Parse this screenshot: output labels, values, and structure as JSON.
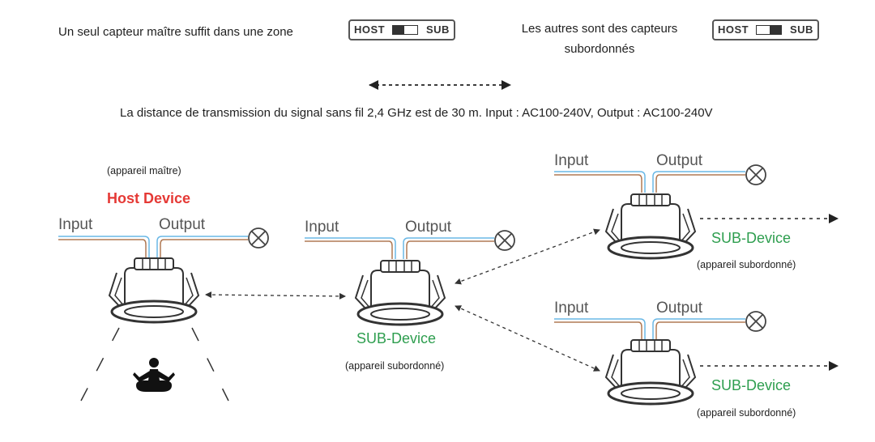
{
  "top": {
    "host_note": "Un seul capteur maître suffit dans une zone",
    "sub_note_line1": "Les autres sont des capteurs",
    "sub_note_line2": "subordonnés",
    "switch_host": {
      "left_label": "HOST",
      "right_label": "SUB",
      "position": "HOST"
    },
    "switch_sub": {
      "left_label": "HOST",
      "right_label": "SUB",
      "position": "SUB"
    },
    "transmission_text": "La distance de transmission du signal sans fil 2,4 GHz est de 30 m. Input : AC100-240V, Output : AC100-240V"
  },
  "devices": [
    {
      "id": "host",
      "role_label": "Host Device",
      "paren": "(appareil maître)",
      "input": "Input",
      "output": "Output"
    },
    {
      "id": "sub-center",
      "role_label": "SUB-Device",
      "paren": "(appareil subordonné)",
      "input": "Input",
      "output": "Output"
    },
    {
      "id": "sub-top-right",
      "role_label": "SUB-Device",
      "paren": "(appareil subordonné)",
      "input": "Input",
      "output": "Output"
    },
    {
      "id": "sub-bottom-right",
      "role_label": "SUB-Device",
      "paren": "(appareil subordonné)",
      "input": "Input",
      "output": "Output"
    }
  ],
  "icons": [
    "person-meditating-icon",
    "lamp-cross-icon",
    "dashed-double-arrow-icon",
    "dashed-arrow-icon"
  ],
  "colors": {
    "host": "#e53935",
    "sub": "#2e9e4f",
    "wire_blue": "#6ab8e6",
    "wire_brown": "#b07a55"
  }
}
